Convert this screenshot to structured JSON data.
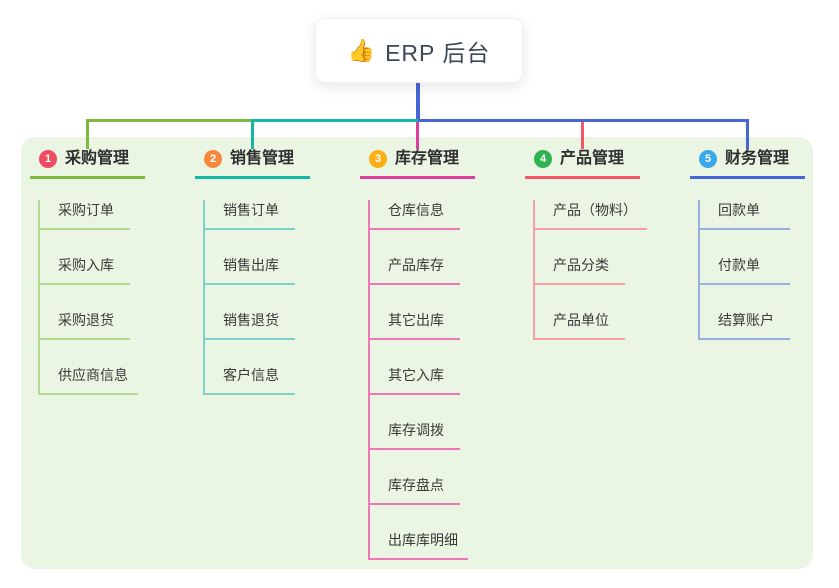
{
  "root": {
    "icon": "👍",
    "title": "ERP 后台"
  },
  "colors": {
    "page_background": "#ffffff",
    "panel_background": "#eaf6e3",
    "root_text": "#3e4757",
    "header_text": "#2f2f2f",
    "item_text": "#3a3a3a",
    "root_connector": "#4566d4"
  },
  "branches": [
    {
      "num": "1",
      "label": "采购管理",
      "badge_color": "#ef4b61",
      "line_color": "#7eba3f",
      "sub_line_color": "#b4da8e",
      "items": [
        "采购订单",
        "采购入库",
        "采购退货",
        "供应商信息"
      ]
    },
    {
      "num": "2",
      "label": "销售管理",
      "badge_color": "#f8883c",
      "line_color": "#15b8a6",
      "sub_line_color": "#7fd2ca",
      "items": [
        "销售订单",
        "销售出库",
        "销售退货",
        "客户信息"
      ]
    },
    {
      "num": "3",
      "label": "库存管理",
      "badge_color": "#fcae16",
      "line_color": "#dd3f9c",
      "sub_line_color": "#ee77ba",
      "items": [
        "仓库信息",
        "产品库存",
        "其它出库",
        "其它入库",
        "库存调拨",
        "库存盘点",
        "出库库明细"
      ]
    },
    {
      "num": "4",
      "label": "产品管理",
      "badge_color": "#2eb350",
      "line_color": "#f25763",
      "sub_line_color": "#f79fa4",
      "items": [
        "产品（物料）",
        "产品分类",
        "产品单位"
      ]
    },
    {
      "num": "5",
      "label": "财务管理",
      "badge_color": "#39a9e9",
      "line_color": "#4566d4",
      "sub_line_color": "#9ab0e2",
      "items": [
        "回款单",
        "付款单",
        "结算账户"
      ]
    }
  ]
}
